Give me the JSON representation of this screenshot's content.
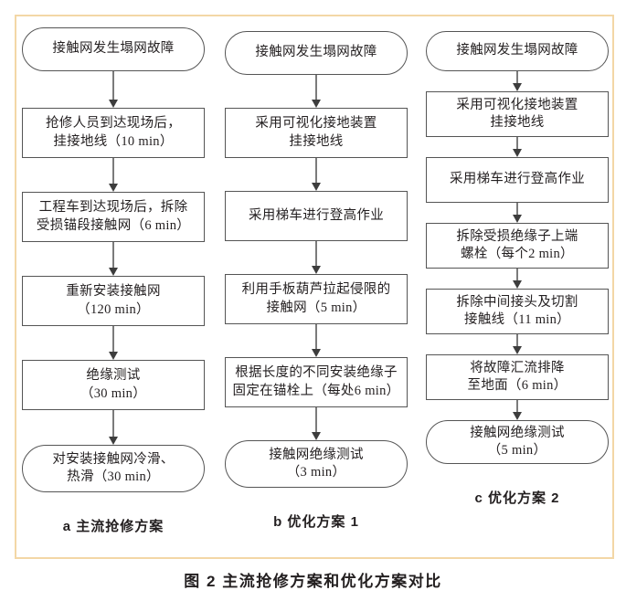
{
  "figure": {
    "caption": "图 2  主流抢修方案和优化方案对比",
    "frame_color": "#f3d7a6",
    "box_border_color": "#555555",
    "arrow_color": "#7b7b7b",
    "text_color": "#231f20"
  },
  "columns": [
    {
      "id": "a",
      "caption": "a  主流抢修方案",
      "nodes": [
        {
          "shape": "terminal",
          "text": "接触网发生塌网故障"
        },
        {
          "shape": "process",
          "text": "抢修人员到达现场后，\n挂接地线（10 min）"
        },
        {
          "shape": "process",
          "text": "工程车到达现场后，拆除\n受损锚段接触网（6 min）"
        },
        {
          "shape": "process",
          "text": "重新安装接触网\n（120 min）"
        },
        {
          "shape": "process",
          "text": "绝缘测试\n（30 min）"
        },
        {
          "shape": "terminal",
          "text": "对安装接触网冷滑、\n热滑（30 min）"
        }
      ]
    },
    {
      "id": "b",
      "caption": "b  优化方案 1",
      "nodes": [
        {
          "shape": "terminal",
          "text": "接触网发生塌网故障"
        },
        {
          "shape": "process",
          "text": "采用可视化接地装置\n挂接地线"
        },
        {
          "shape": "process",
          "text": "采用梯车进行登高作业"
        },
        {
          "shape": "process",
          "text": "利用手板葫芦拉起侵限的\n接触网（5 min）"
        },
        {
          "shape": "process",
          "text": "根据长度的不同安装绝缘子\n固定在锚栓上（每处6 min）"
        },
        {
          "shape": "terminal",
          "text": "接触网绝缘测试\n（3 min）"
        }
      ]
    },
    {
      "id": "c",
      "caption": "c  优化方案 2",
      "nodes": [
        {
          "shape": "terminal",
          "text": "接触网发生塌网故障"
        },
        {
          "shape": "process",
          "text": "采用可视化接地装置\n挂接地线"
        },
        {
          "shape": "process",
          "text": "采用梯车进行登高作业"
        },
        {
          "shape": "process",
          "text": "拆除受损绝缘子上端\n螺栓（每个2 min）"
        },
        {
          "shape": "process",
          "text": "拆除中间接头及切割\n接触线（11 min）"
        },
        {
          "shape": "process",
          "text": "将故障汇流排降\n至地面（6 min）"
        },
        {
          "shape": "terminal",
          "text": "接触网绝缘测试\n（5 min）"
        }
      ]
    }
  ]
}
